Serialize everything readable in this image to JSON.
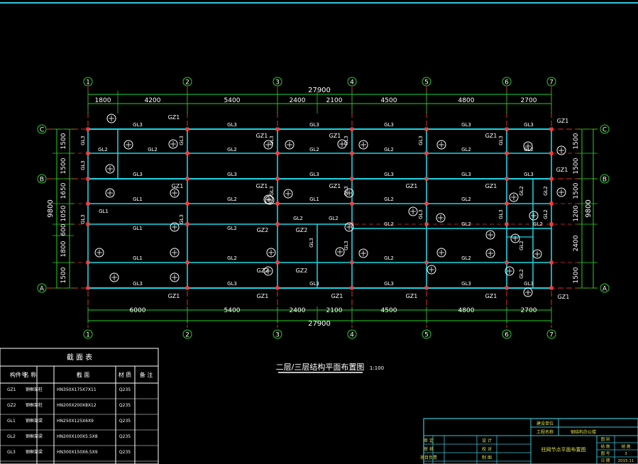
{
  "colors": {
    "background": "#000000",
    "grid_green": "#24d324",
    "beam_cyan": "#19d7e6",
    "axis_red": "#e23030",
    "column_red": "#ff3b3b",
    "label_white": "#ffffff",
    "frame_cyan": "#36c6d6"
  },
  "axes": {
    "vertical": [
      "1",
      "2",
      "3",
      "4",
      "5",
      "6",
      "7"
    ],
    "horizontal": [
      "C",
      "B",
      "A"
    ]
  },
  "dimensions": {
    "top_total": "27900",
    "top_segments": [
      "1800",
      "4200",
      "5400",
      "2400",
      "2100",
      "4500",
      "4800",
      "2700"
    ],
    "bottom_total": "27900",
    "bottom_segments": [
      "6000",
      "5400",
      "2400",
      "2100",
      "4500",
      "4800",
      "2700"
    ],
    "left_total": "9800",
    "left_segments": [
      "1500",
      "1500",
      "1650",
      "1050",
      "600",
      "1800",
      "1500"
    ],
    "right_total": "9800",
    "right_segments": [
      "1500",
      "1500",
      "1500",
      "1200",
      "2400",
      "1500"
    ]
  },
  "member_labels": {
    "gz1": "GZ1",
    "gz2": "GZ2",
    "gl1": "GL1",
    "gl2": "GL2",
    "gl3": "GL3"
  },
  "drawing_title": "二层/三层结构平面布置图",
  "drawing_scale": "1:100",
  "section_table": {
    "title": "截 面 表",
    "headers": [
      "构件号",
      "名 称",
      "截 面",
      "材 质",
      "备 注"
    ],
    "rows": [
      {
        "code": "GZ1",
        "name": "钢框架柱",
        "section": "HN350X175X7X11",
        "material": "Q235",
        "note": ""
      },
      {
        "code": "GZ2",
        "name": "钢框架柱",
        "section": "HN200X200X8X12",
        "material": "Q235",
        "note": ""
      },
      {
        "code": "GL1",
        "name": "钢框架梁",
        "section": "HN250X125X6X9",
        "material": "Q235",
        "note": ""
      },
      {
        "code": "GL2",
        "name": "钢框架梁",
        "section": "HN200X100X5.5X8",
        "material": "Q235",
        "note": ""
      },
      {
        "code": "GL3",
        "name": "钢框架梁",
        "section": "HN300X150X6.5X9",
        "material": "Q235",
        "note": ""
      }
    ]
  },
  "title_block": {
    "design_unit_label": "建设单位",
    "project_name_label": "工程名称",
    "project_name": "钢结构办公楼",
    "drawing_name": "柱网节点平面布置图",
    "sign_labels": [
      "审 定",
      "审 核",
      "项目负责",
      "设 计",
      "校 对",
      "制 图"
    ],
    "sheet_labels": [
      "图 别",
      "结 施",
      "图 号",
      "日 期"
    ],
    "sheet_values": [
      "结 施",
      "3",
      "2015.11"
    ]
  }
}
